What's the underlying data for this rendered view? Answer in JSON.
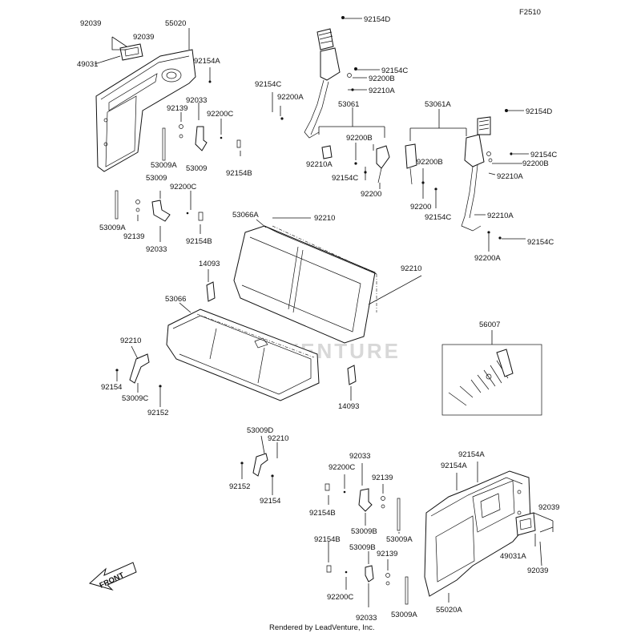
{
  "figure_code": "F2510",
  "footer": "Rendered by LeadVenture, Inc.",
  "front_label": "FRONT",
  "watermark": "LEADVENTURE",
  "labels": {
    "l01": "92039",
    "l02": "55020",
    "l03": "92039",
    "l04": "49031",
    "l05": "92154A",
    "l06": "92033",
    "l07": "92139",
    "l08": "92200C",
    "l09": "53009A",
    "l10": "53009",
    "l11": "92154B",
    "l12": "53009",
    "l13": "92200C",
    "l14": "53009A",
    "l15": "92139",
    "l16": "92033",
    "l17": "92154B",
    "l18": "92154D",
    "l19": "92154C",
    "l20": "92200B",
    "l21": "92154C",
    "l22": "92210A",
    "l23": "92200A",
    "l24": "53061",
    "l25": "92200B",
    "l26": "92210A",
    "l27": "92154C",
    "l28": "92200",
    "l29": "53061A",
    "l30": "92154D",
    "l31": "92154C",
    "l32": "92200B",
    "l33": "92210A",
    "l34": "92200B",
    "l35": "92200",
    "l36": "92154C",
    "l37": "92210A",
    "l38": "92154C",
    "l39": "92200A",
    "l40": "53066A",
    "l41": "92210",
    "l42": "92210",
    "l43": "14093",
    "l44": "53066",
    "l45": "14093",
    "l46": "56007",
    "l47": "92210",
    "l48": "92154",
    "l49": "53009C",
    "l50": "92152",
    "l51": "53009D",
    "l52": "92210",
    "l53": "92152",
    "l54": "92154",
    "l55": "92033",
    "l56": "92200C",
    "l57": "92139",
    "l58": "92154B",
    "l59": "53009B",
    "l60": "53009A",
    "l61": "92154B",
    "l62": "53009B",
    "l63": "92139",
    "l64": "92200C",
    "l65": "92033",
    "l66": "53009A",
    "l67": "92154A",
    "l68": "92154A",
    "l69": "92039",
    "l70": "49031A",
    "l71": "92039",
    "l72": "55020A"
  }
}
